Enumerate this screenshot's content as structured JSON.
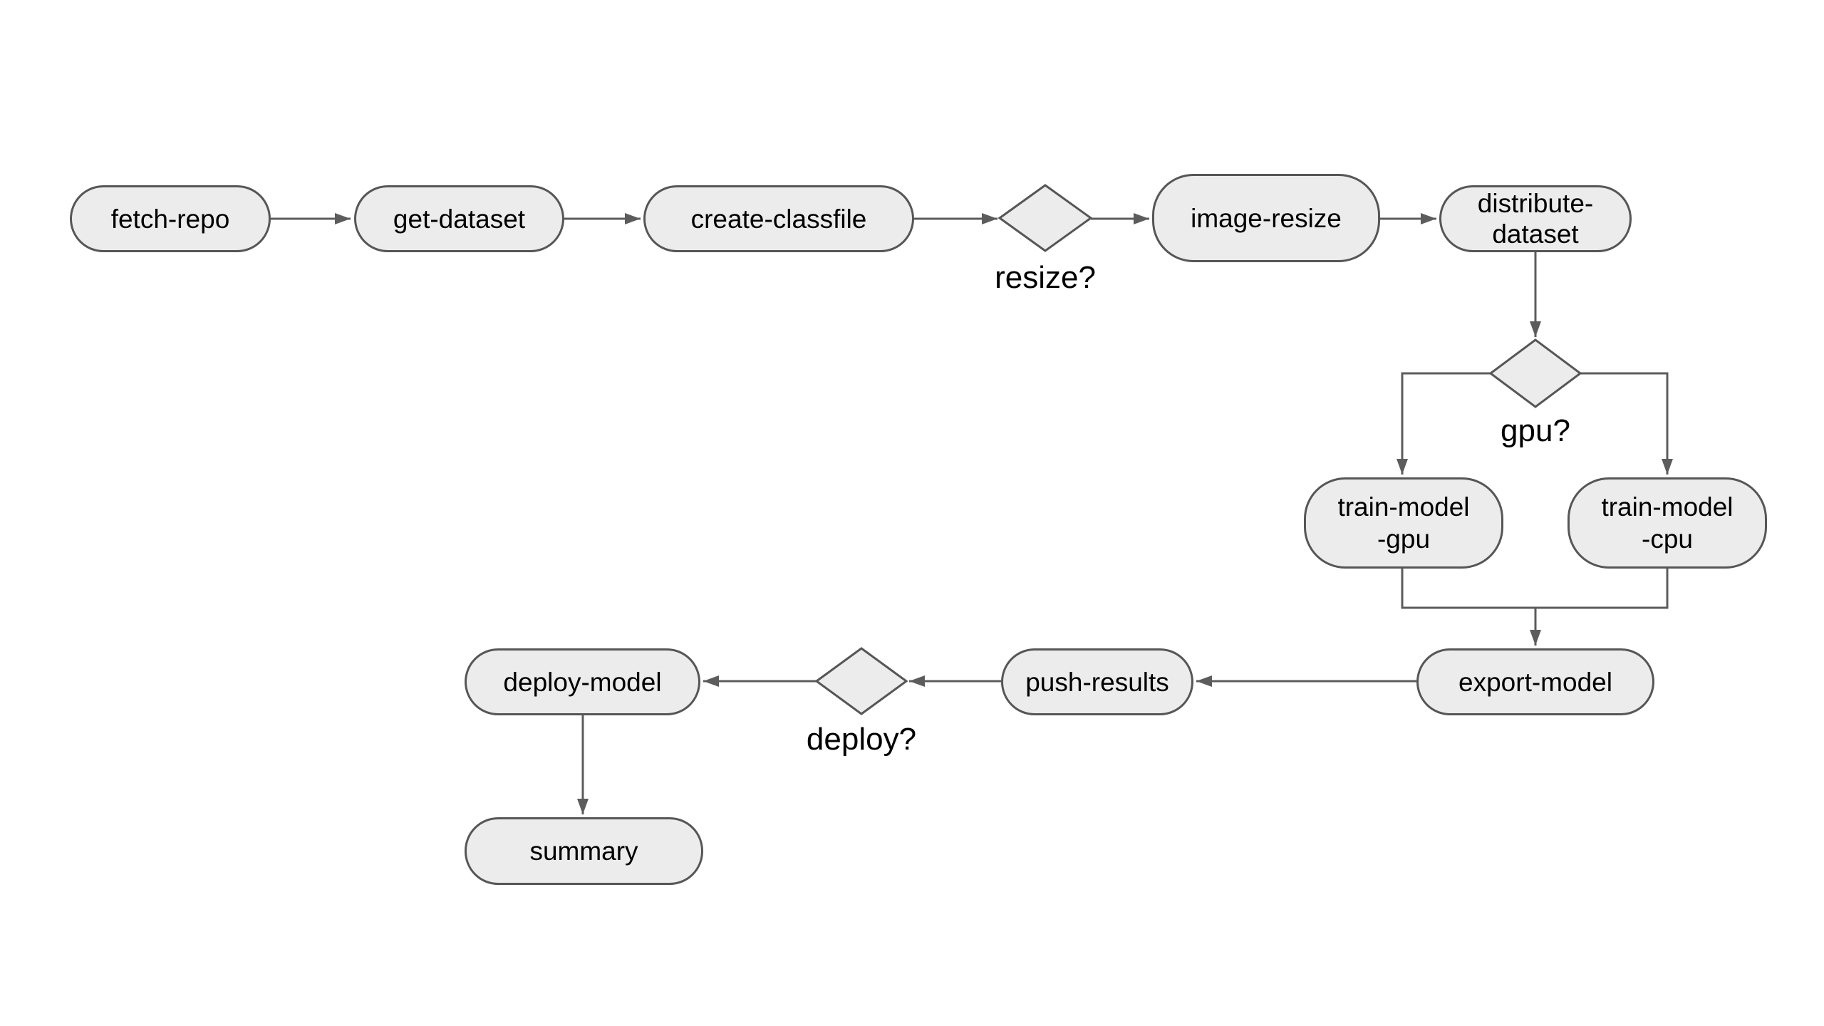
{
  "diagram": {
    "type": "flowchart",
    "nodes": {
      "fetch_repo": {
        "label": "fetch-repo"
      },
      "get_dataset": {
        "label": "get-dataset"
      },
      "create_classfile": {
        "label": "create-classfile"
      },
      "image_resize": {
        "label": "image-resize"
      },
      "distribute_dataset": {
        "line1": "distribute-",
        "line2": "dataset"
      },
      "train_model_gpu": {
        "line1": "train-model",
        "line2": "-gpu"
      },
      "train_model_cpu": {
        "line1": "train-model",
        "line2": "-cpu"
      },
      "export_model": {
        "label": "export-model"
      },
      "push_results": {
        "label": "push-results"
      },
      "deploy_model": {
        "label": "deploy-model"
      },
      "summary": {
        "label": "summary"
      }
    },
    "decisions": {
      "resize": {
        "label": "resize?"
      },
      "gpu": {
        "label": "gpu?"
      },
      "deploy": {
        "label": "deploy?"
      }
    },
    "colors": {
      "background": "#ffffff",
      "node_fill": "#ececec",
      "node_border": "#565656",
      "edge": "#5c5c5c",
      "label_text": "#000000"
    }
  }
}
